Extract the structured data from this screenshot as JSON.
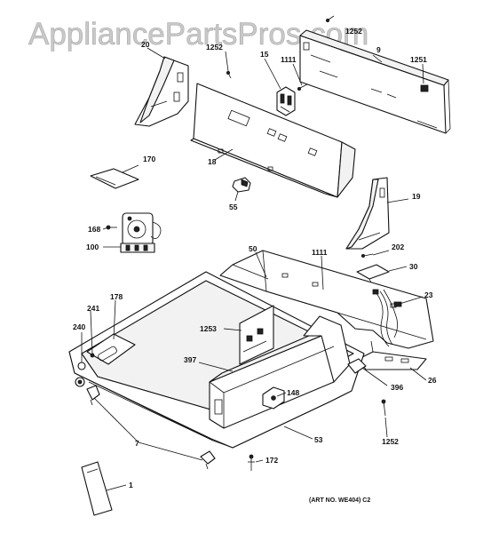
{
  "watermark": "AppliancePartsPros.com",
  "art_note": "(ART NO. WE404) C2",
  "callouts": {
    "p20": "20",
    "p1252_top": "1252",
    "p15": "15",
    "p1111_top": "1111",
    "p1252_topright": "1252",
    "p9": "9",
    "p1251": "1251",
    "p170": "170",
    "p18": "18",
    "p55": "55",
    "p19": "19",
    "p168": "168",
    "p100": "100",
    "p202": "202",
    "p50": "50",
    "p1111_mid": "1111",
    "p30": "30",
    "p23": "23",
    "p178": "178",
    "p241": "241",
    "p240": "240",
    "p1253": "1253",
    "p397": "397",
    "p148": "148",
    "p396": "396",
    "p26": "26",
    "p7": "7",
    "p53": "53",
    "p1252_bottom": "1252",
    "p172": "172",
    "p1": "1"
  }
}
